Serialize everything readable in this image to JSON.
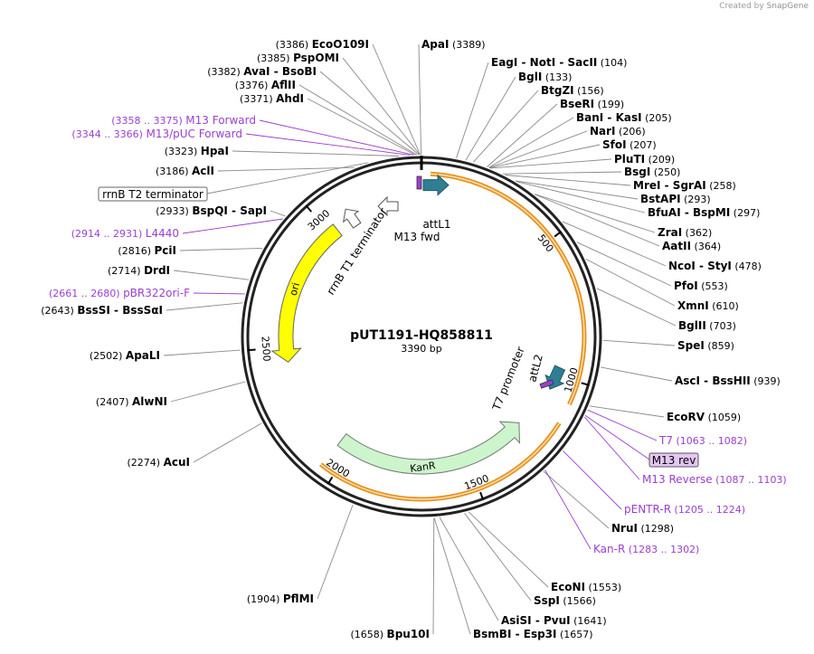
{
  "credit": {
    "prefix": "Created by",
    "brand": "SnapGene",
    "brand_color": "#9a9a9a"
  },
  "plasmid": {
    "name": "pUT1191-HQ858811",
    "length_label": "3390 bp",
    "length": 3390
  },
  "colors": {
    "enzyme": "#000000",
    "primer": "#9b3fcf",
    "line": "#8a8a8a",
    "backbone": "#222222",
    "cds_orange": "#e8911d",
    "ori": "#ffff00",
    "kanr": "#ccf5cc",
    "att": "#2f7e93",
    "promoter_arrow": "#ffffff"
  },
  "ticks": [
    {
      "label": "500",
      "bp": 500
    },
    {
      "label": "1000",
      "bp": 1000
    },
    {
      "label": "1500",
      "bp": 1500
    },
    {
      "label": "2000",
      "bp": 2000
    },
    {
      "label": "2500",
      "bp": 2500
    },
    {
      "label": "3000",
      "bp": 3000
    }
  ],
  "features": [
    {
      "name": "ori",
      "type": "ori",
      "start": 2440,
      "end": 3030
    },
    {
      "name": "KanR",
      "type": "cds",
      "start": 1238,
      "end": 2050
    },
    {
      "name": "attL1",
      "type": "att",
      "bp": 50
    },
    {
      "name": "attL2",
      "type": "att",
      "bp": 1010
    },
    {
      "name": "M13 fwd",
      "type": "primer-site",
      "bp": 3375
    },
    {
      "name": "rrnB T1 terminator",
      "type": "terminator",
      "bp": 3280
    },
    {
      "name": "T7 promoter",
      "type": "promoter",
      "bp": 1045
    }
  ],
  "orange_arcs": [
    {
      "start": 30,
      "end": 1080
    },
    {
      "start": 1150,
      "end": 2055
    }
  ],
  "enzymes_left": [
    {
      "pos": "(3386)",
      "name": "EcoO109I",
      "bp": 3386
    },
    {
      "pos": "(3385)",
      "name": "PspOMI",
      "bp": 3385
    },
    {
      "pos": "(3382)",
      "name": "AvaI  -  BsoBI",
      "bp": 3382
    },
    {
      "pos": "(3376)",
      "name": "AflII",
      "bp": 3376
    },
    {
      "pos": "(3371)",
      "name": "AhdI",
      "bp": 3371
    },
    {
      "pos": "(3323)",
      "name": "HpaI",
      "bp": 3323
    },
    {
      "pos": "(3186)",
      "name": "AclI",
      "bp": 3186
    },
    {
      "pos": "(2933)",
      "name": "BspQI  -  SapI",
      "bp": 2933
    },
    {
      "pos": "(2816)",
      "name": "PciI",
      "bp": 2816
    },
    {
      "pos": "(2714)",
      "name": "DrdI",
      "bp": 2714
    },
    {
      "pos": "(2643)",
      "name": "BssSI  -  BssSαI",
      "bp": 2643
    },
    {
      "pos": "(2502)",
      "name": "ApaLI",
      "bp": 2502
    },
    {
      "pos": "(2407)",
      "name": "AlwNI",
      "bp": 2407
    },
    {
      "pos": "(2274)",
      "name": "AcuI",
      "bp": 2274
    },
    {
      "pos": "(1904)",
      "name": "PflMI",
      "bp": 1904
    },
    {
      "pos": "(1658)",
      "name": "Bpu10I",
      "bp": 1658
    }
  ],
  "enzymes_right": [
    {
      "name": "ApaI",
      "pos": "(3389)",
      "bp": 3389
    },
    {
      "name": "EagI  -  NotI  -  SacII",
      "pos": "(104)",
      "bp": 104
    },
    {
      "name": "BglI",
      "pos": "(133)",
      "bp": 133
    },
    {
      "name": "BtgZI",
      "pos": "(156)",
      "bp": 156
    },
    {
      "name": "BseRI",
      "pos": "(199)",
      "bp": 199
    },
    {
      "name": "BanI  -  KasI",
      "pos": "(205)",
      "bp": 205
    },
    {
      "name": "NarI",
      "pos": "(206)",
      "bp": 206
    },
    {
      "name": "SfoI",
      "pos": "(207)",
      "bp": 207
    },
    {
      "name": "PluTI",
      "pos": "(209)",
      "bp": 209
    },
    {
      "name": "BsgI",
      "pos": "(250)",
      "bp": 250
    },
    {
      "name": "MreI  -  SgrAI",
      "pos": "(258)",
      "bp": 258
    },
    {
      "name": "BstAPI",
      "pos": "(293)",
      "bp": 293
    },
    {
      "name": "BfuAI  -  BspMI",
      "pos": "(297)",
      "bp": 297
    },
    {
      "name": "ZraI",
      "pos": "(362)",
      "bp": 362
    },
    {
      "name": "AatII",
      "pos": "(364)",
      "bp": 364
    },
    {
      "name": "NcoI  -  StyI",
      "pos": "(478)",
      "bp": 478
    },
    {
      "name": "PfoI",
      "pos": "(553)",
      "bp": 553
    },
    {
      "name": "XmnI",
      "pos": "(610)",
      "bp": 610
    },
    {
      "name": "BglII",
      "pos": "(703)",
      "bp": 703
    },
    {
      "name": "SpeI",
      "pos": "(859)",
      "bp": 859
    },
    {
      "name": "AscI  -  BssHII",
      "pos": "(939)",
      "bp": 939
    },
    {
      "name": "EcoRV",
      "pos": "(1059)",
      "bp": 1059
    },
    {
      "name": "NruI",
      "pos": "(1298)",
      "bp": 1298
    },
    {
      "name": "EcoNI",
      "pos": "(1553)",
      "bp": 1553
    },
    {
      "name": "SspI",
      "pos": "(1566)",
      "bp": 1566
    },
    {
      "name": "AsiSI  -  PvuI",
      "pos": "(1641)",
      "bp": 1641
    },
    {
      "name": "BsmBI  -  Esp3I",
      "pos": "(1657)",
      "bp": 1657
    }
  ],
  "primers_left": [
    {
      "pos": "(3358 .. 3375)",
      "name": "M13 Forward",
      "bp": 3366
    },
    {
      "pos": "(3344 .. 3366)",
      "name": "M13/pUC Forward",
      "bp": 3355
    },
    {
      "pos": "(2914 .. 2931)",
      "name": "L4440",
      "bp": 2922
    },
    {
      "pos": "(2661 .. 2680)",
      "name": "pBR322ori-F",
      "bp": 2670
    }
  ],
  "primers_right": [
    {
      "name": "T7",
      "pos": "(1063 .. 1082)",
      "bp": 1072
    },
    {
      "name": "M13 Reverse",
      "pos": "(1087 .. 1103)",
      "bp": 1095
    },
    {
      "name": "pENTR-R",
      "pos": "(1205 .. 1224)",
      "bp": 1214
    },
    {
      "name": "Kan-R",
      "pos": "(1283 .. 1302)",
      "bp": 1292
    }
  ],
  "boxed_labels": [
    {
      "text": "rrnB T2 terminator",
      "kind": "feature",
      "bp": 3230
    },
    {
      "text": "M13 rev",
      "kind": "primer",
      "bp": 1090
    }
  ]
}
